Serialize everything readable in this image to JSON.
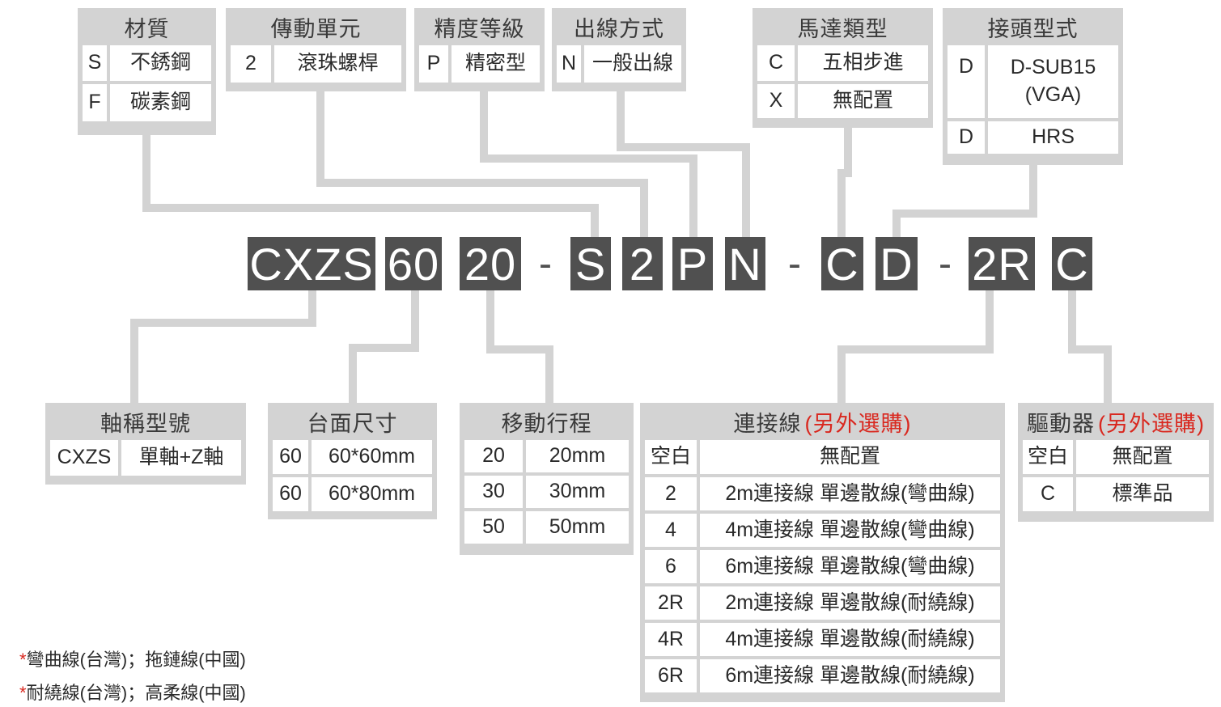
{
  "code": {
    "segments": [
      "CXZS",
      "60",
      "20",
      "S",
      "2",
      "P",
      "N",
      "C",
      "D",
      "2R",
      "C"
    ],
    "separator": "-"
  },
  "top_panels": {
    "material": {
      "title": "材質",
      "rows": [
        [
          "S",
          "不銹鋼"
        ],
        [
          "F",
          "碳素鋼"
        ]
      ]
    },
    "drive": {
      "title": "傳動單元",
      "rows": [
        [
          "2",
          "滾珠螺桿"
        ]
      ]
    },
    "precision": {
      "title": "精度等級",
      "rows": [
        [
          "P",
          "精密型"
        ]
      ]
    },
    "outlet": {
      "title": "出線方式",
      "rows": [
        [
          "N",
          "一般出線"
        ]
      ]
    },
    "motor": {
      "title": "馬達類型",
      "rows": [
        [
          "C",
          "五相步進"
        ],
        [
          "X",
          "無配置"
        ]
      ]
    },
    "connector": {
      "title": "接頭型式",
      "rows": [
        [
          "D",
          "D-SUB15",
          "(VGA)"
        ],
        [
          "D",
          "HRS"
        ]
      ]
    }
  },
  "bottom_panels": {
    "axis": {
      "title": "軸稱型號",
      "rows": [
        [
          "CXZS",
          "單軸+Z軸"
        ]
      ]
    },
    "table": {
      "title": "台面尺寸",
      "rows": [
        [
          "60",
          "60*60mm"
        ],
        [
          "60",
          "60*80mm"
        ]
      ]
    },
    "stroke": {
      "title": "移動行程",
      "rows": [
        [
          "20",
          "20mm"
        ],
        [
          "30",
          "30mm"
        ],
        [
          "50",
          "50mm"
        ]
      ]
    },
    "cable": {
      "title": "連接線",
      "optional": "(另外選購)",
      "rows": [
        [
          "空白",
          "無配置"
        ],
        [
          "2",
          "2m連接線 單邊散線(彎曲線)"
        ],
        [
          "4",
          "4m連接線 單邊散線(彎曲線)"
        ],
        [
          "6",
          "6m連接線 單邊散線(彎曲線)"
        ],
        [
          "2R",
          "2m連接線 單邊散線(耐繞線)"
        ],
        [
          "4R",
          "4m連接線 單邊散線(耐繞線)"
        ],
        [
          "6R",
          "6m連接線 單邊散線(耐繞線)"
        ]
      ]
    },
    "driver": {
      "title": "驅動器",
      "optional": "(另外選購)",
      "rows": [
        [
          "空白",
          "無配置"
        ],
        [
          "C",
          "標準品"
        ]
      ]
    }
  },
  "notes": {
    "star": "*",
    "note1": "彎曲線(台灣)；拖鏈線(中國)",
    "note2": "耐繞線(台灣)；高柔線(中國)"
  },
  "colors": {
    "panel_bg": "#d3d3d3",
    "code_bg": "#505050",
    "line": "#d3d3d3",
    "accent_red": "#d9281f"
  }
}
